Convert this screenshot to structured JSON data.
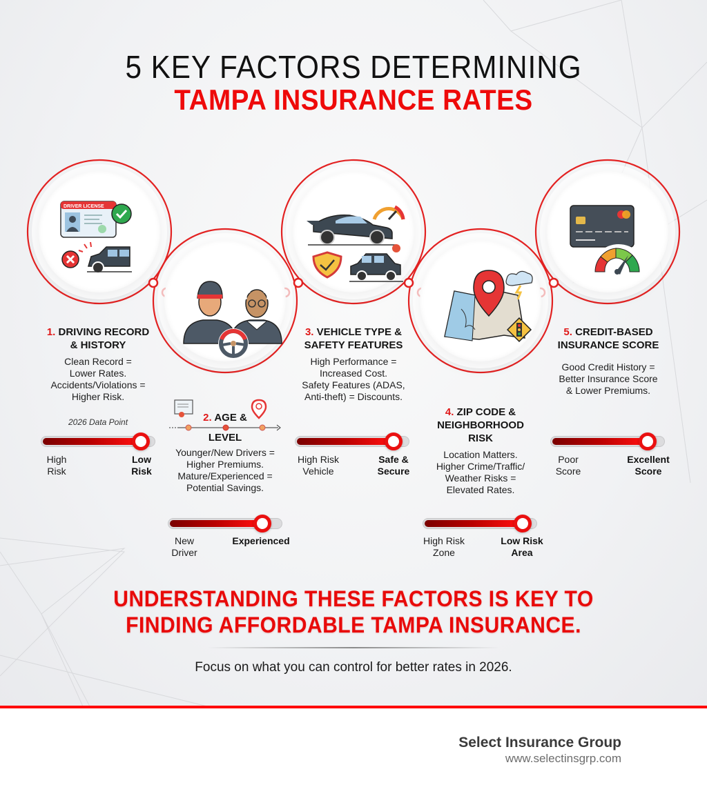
{
  "header": {
    "title_line1": "5 KEY FACTORS DETERMINING",
    "title_line2": "TAMPA INSURANCE RATES"
  },
  "colors": {
    "accent_red": "#ee0a0a",
    "slider_dark": "#7a0000",
    "slider_bright": "#ff1010",
    "text_dark": "#151515",
    "background": "#f1f2f4"
  },
  "factors": [
    {
      "number": "1.",
      "title_line1": "DRIVING RECORD",
      "title_line2": "& HISTORY",
      "desc": [
        "Clean Record =",
        "Lower Rates.",
        "Accidents/Violations =",
        "Higher Risk."
      ],
      "icon": "driver-license-and-crashed-car-icon",
      "icon_text": "DRIVER LICENSE",
      "data_point": "2026 Data Point",
      "slider": {
        "left_label": [
          "High",
          "Risk"
        ],
        "right_label": [
          "Low",
          "Risk"
        ],
        "value_percent": 88
      }
    },
    {
      "number": "2.",
      "title_line1": "AGE &",
      "title_line2": "LEVEL",
      "desc": [
        "Younger/New Drivers =",
        "Higher Premiums.",
        "Mature/Experienced =",
        "Potential Savings."
      ],
      "icon": "young-and-senior-drivers-steering-wheel-icon",
      "slider": {
        "left_label": [
          "New",
          "Driver"
        ],
        "right_label": [
          "Experienced"
        ],
        "value_percent": 82
      }
    },
    {
      "number": "3.",
      "title_line1": "VEHICLE TYPE &",
      "title_line2": "SAFETY FEATURES",
      "desc": [
        "High Performance =",
        "Increased Cost.",
        "Safety Features (ADAS,",
        "Anti-theft) = Discounts."
      ],
      "icon": "sports-car-speedometer-shield-car-icon",
      "slider": {
        "left_label": [
          "High Risk",
          "Vehicle"
        ],
        "right_label": [
          "Safe &",
          "Secure"
        ],
        "value_percent": 87
      }
    },
    {
      "number": "4.",
      "title_line1": "ZIP CODE &",
      "title_line2": "NEIGHBORHOOD",
      "title_line3": "RISK",
      "desc": [
        "Location Matters.",
        "Higher Crime/Traffic/",
        "Weather Risks =",
        "Elevated Rates."
      ],
      "icon": "map-pin-storm-traffic-light-icon",
      "slider": {
        "left_label": [
          "High Risk",
          "Zone"
        ],
        "right_label": [
          "Low Risk",
          "Area"
        ],
        "value_percent": 86
      }
    },
    {
      "number": "5.",
      "title_line1": "CREDIT-BASED",
      "title_line2": "INSURANCE SCORE",
      "desc": [
        "Good Credit History =",
        "Better Insurance Score",
        "& Lower Premiums."
      ],
      "icon": "credit-card-score-gauge-icon",
      "slider": {
        "left_label": [
          "Poor",
          "Score"
        ],
        "right_label": [
          "Excellent",
          "Score"
        ],
        "value_percent": 86
      }
    }
  ],
  "footer": {
    "headline_line1": "UNDERSTANDING THESE FACTORS IS KEY TO",
    "headline_line2": "FINDING AFFORDABLE TAMPA INSURANCE.",
    "subtext": "Focus on what you can control for better rates in 2026.",
    "brand_name": "Select Insurance Group",
    "brand_url": "www.selectinsgrp.com"
  }
}
